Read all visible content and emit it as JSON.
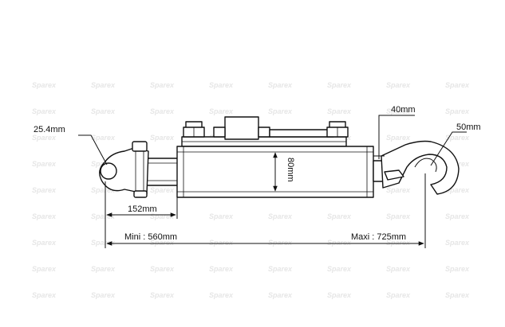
{
  "watermark": {
    "text": "Sparex"
  },
  "dimensions": {
    "pin_diameter": "25.4mm",
    "bore": "80mm",
    "rod": "40mm",
    "hook": "50mm",
    "body_length": "152mm",
    "min_length": "Mini : 560mm",
    "max_length": "Maxi : 725mm"
  },
  "colors": {
    "line": "#111111",
    "watermark": "#e6e6e6"
  }
}
